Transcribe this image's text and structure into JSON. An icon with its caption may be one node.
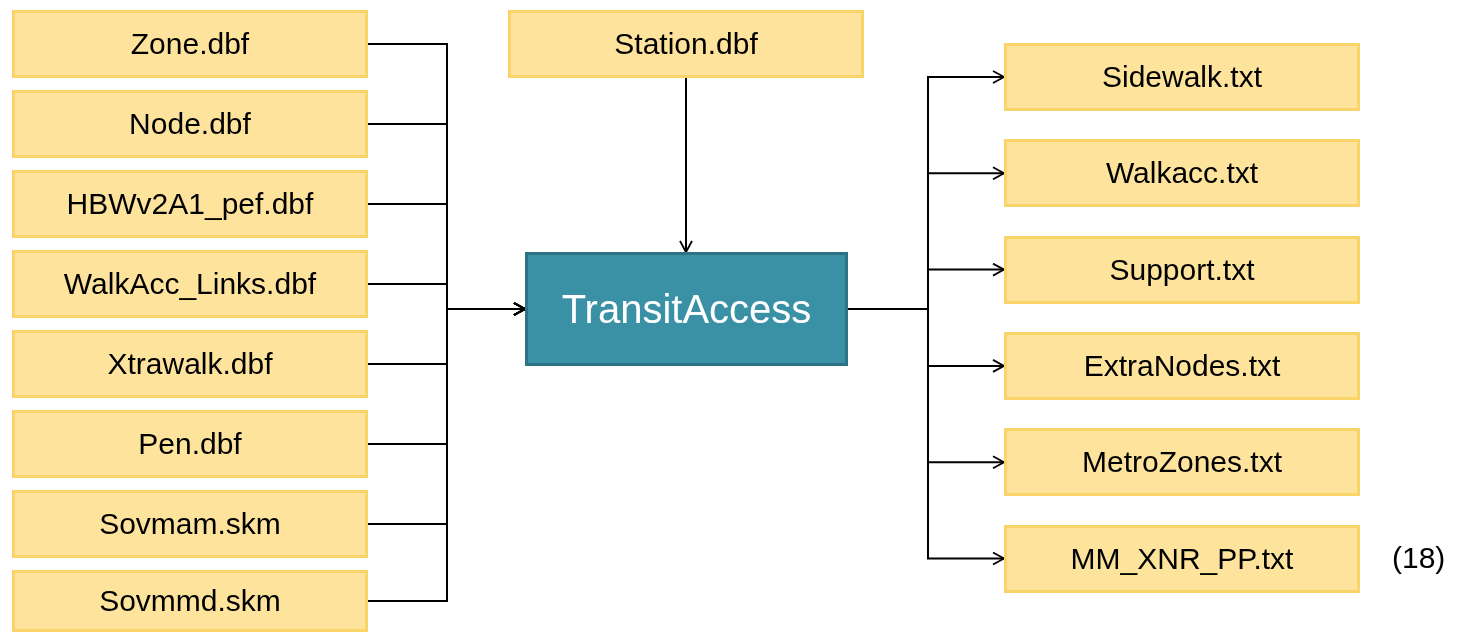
{
  "diagram": {
    "nodes": [
      {
        "text": [
          "Zone.dbf"
        ]
      },
      {
        "text": [
          "Node.dbf"
        ]
      },
      {
        "text": [
          "HBWv2A1_pef.dbf"
        ]
      },
      {
        "text": [
          "WalkAcc_Links.dbf"
        ]
      },
      {
        "text": [
          "Xtrawalk.dbf"
        ]
      },
      {
        "text": [
          "Pen.dbf"
        ]
      },
      {
        "text": [
          "Sovmam.skm"
        ]
      },
      {
        "text": [
          "Sovmmd.skm"
        ]
      },
      {
        "text": [
          "Station.dbf"
        ]
      },
      {
        "text": [
          "TransitAccess"
        ]
      },
      {
        "text": [
          "Sidewalk.txt"
        ]
      },
      {
        "text": [
          "Walkacc.txt"
        ]
      },
      {
        "text": [
          "Support.txt"
        ]
      },
      {
        "text": [
          "ExtraNodes.txt"
        ]
      },
      {
        "text": [
          "MetroZones.txt"
        ]
      },
      {
        "text": [
          "MM_XNR_PP.txt"
        ],
        "beside": [
          "(18)"
        ]
      }
    ],
    "edges": [
      {
        "from": 0,
        "to": 9,
        "arrow": "to"
      },
      {
        "from": 1,
        "to": 9,
        "arrow": "to"
      },
      {
        "from": 2,
        "to": 9,
        "arrow": "to"
      },
      {
        "from": 3,
        "to": 9,
        "arrow": "to"
      },
      {
        "from": 4,
        "to": 9,
        "arrow": "to"
      },
      {
        "from": 5,
        "to": 9,
        "arrow": "to"
      },
      {
        "from": 6,
        "to": 9,
        "arrow": "to"
      },
      {
        "from": 7,
        "to": 9,
        "arrow": "to"
      },
      {
        "from": 8,
        "to": 9,
        "arrow": "to"
      },
      {
        "from": 9,
        "to": 10,
        "arrow": "to"
      },
      {
        "from": 9,
        "to": 11,
        "arrow": "to"
      },
      {
        "from": 9,
        "to": 12,
        "arrow": "to"
      },
      {
        "from": 9,
        "to": 13,
        "arrow": "to"
      },
      {
        "from": 9,
        "to": 14,
        "arrow": "to"
      },
      {
        "from": 9,
        "to": 15,
        "arrow": "to"
      }
    ]
  }
}
